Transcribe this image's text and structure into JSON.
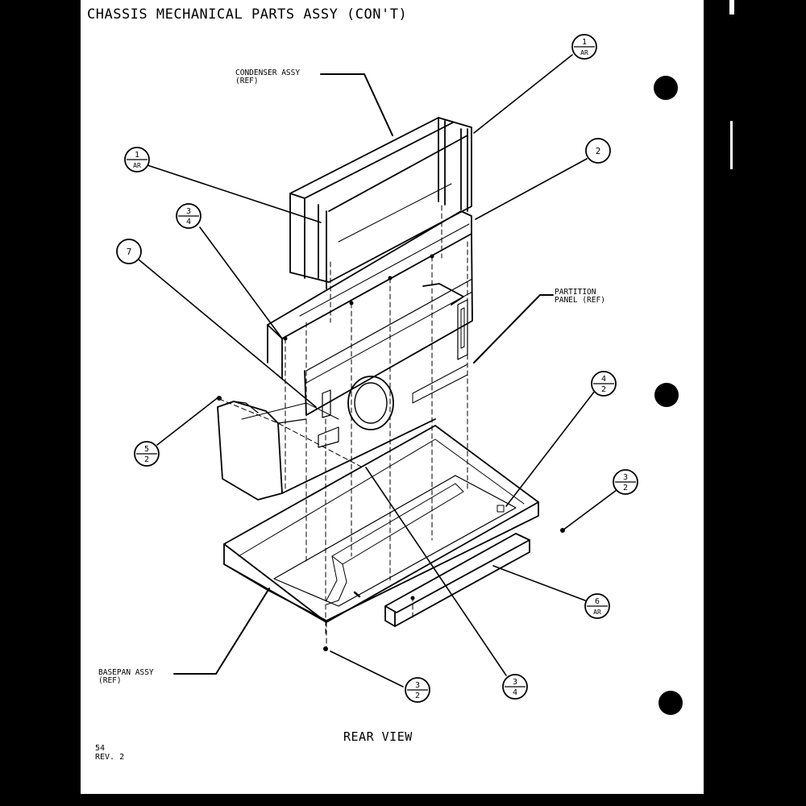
{
  "title": "CHASSIS MECHANICAL PARTS ASSY (CON'T)",
  "labels": {
    "condenser": "CONDENSER ASSY\n(REF)",
    "partition": "PARTITION\nPANEL (REF)",
    "basepan": "BASEPAN ASSY\n(REF)"
  },
  "view_label": "REAR VIEW",
  "page": "54\nREV. 2",
  "callouts": {
    "c1": {
      "top": "1",
      "bottom": "AR"
    },
    "c2": {
      "text": "2"
    },
    "c3": {
      "top": "1",
      "bottom": "AR"
    },
    "c4": {
      "top": "3",
      "bottom": "4"
    },
    "c5": {
      "text": "7"
    },
    "c6": {
      "top": "4",
      "bottom": "2"
    },
    "c7": {
      "top": "5",
      "bottom": "2"
    },
    "c8": {
      "top": "3",
      "bottom": "2"
    },
    "c9": {
      "top": "6",
      "bottom": "AR"
    },
    "c10": {
      "top": "3",
      "bottom": "2"
    },
    "c11": {
      "top": "3",
      "bottom": "4"
    }
  }
}
